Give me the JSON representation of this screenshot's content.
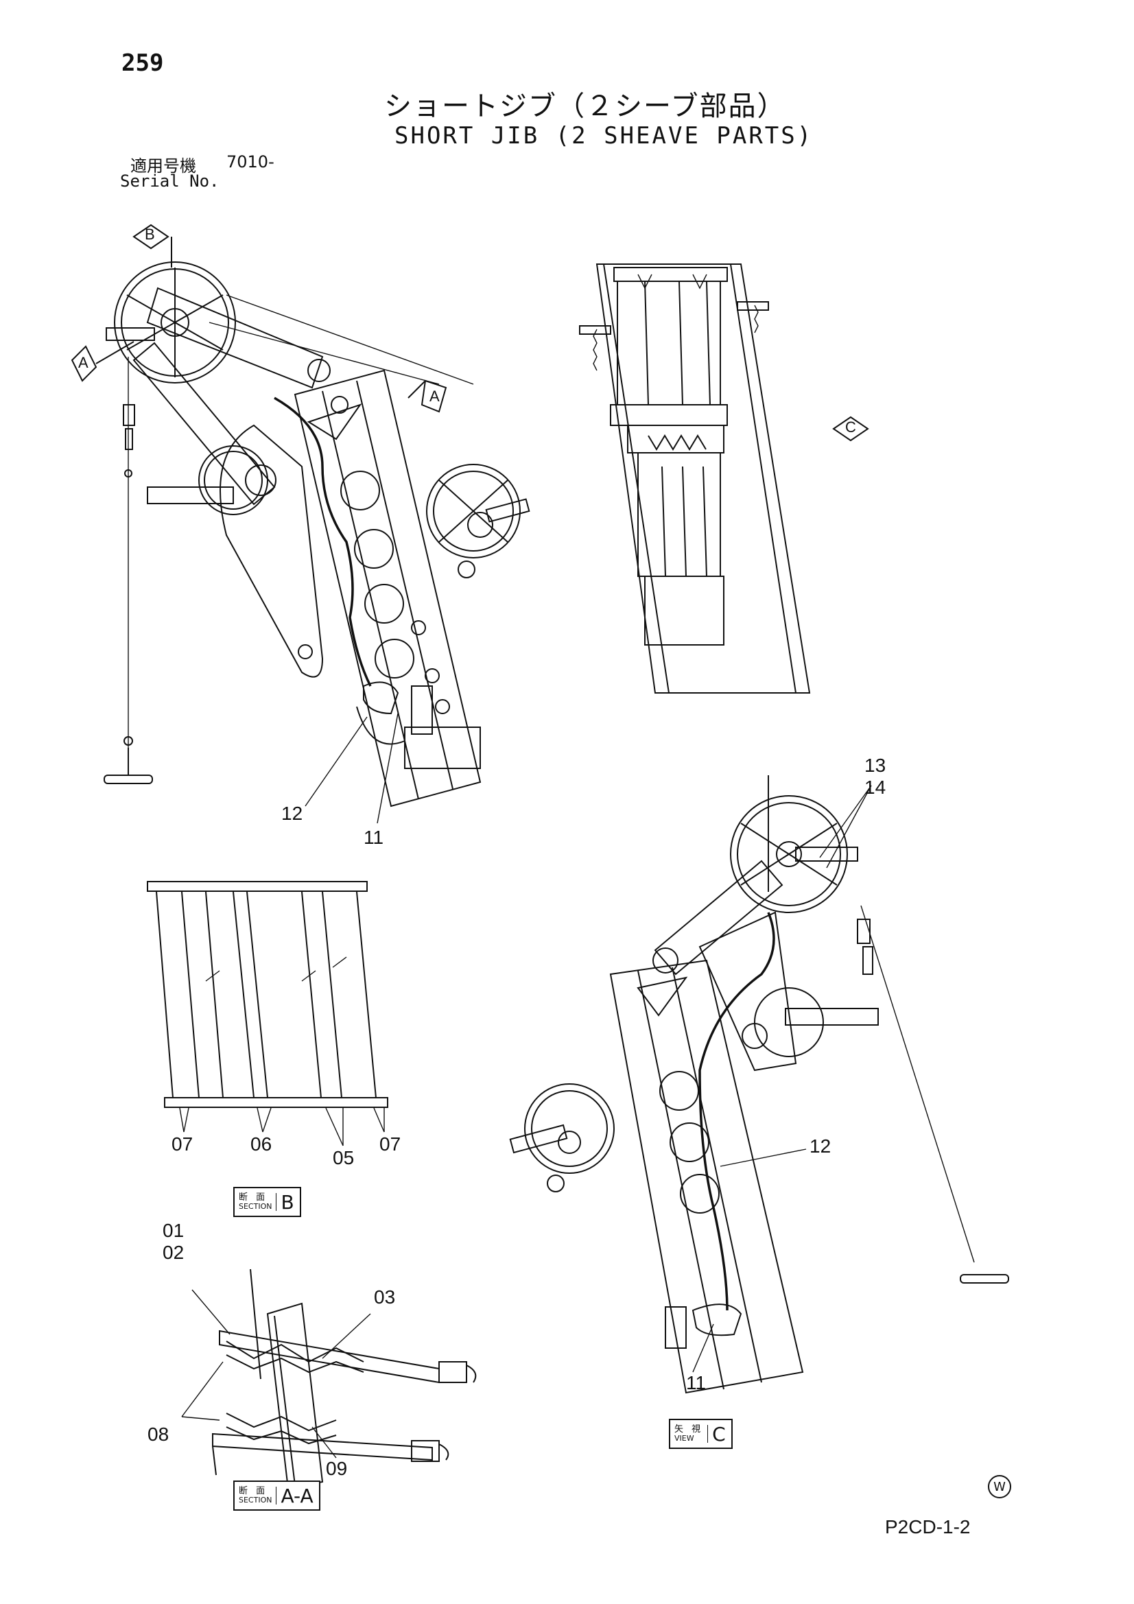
{
  "page": {
    "number": "259",
    "title_jp": "ショートジブ（２シーブ部品）",
    "title_en": "SHORT JIB (2 SHEAVE PARTS)",
    "serial_label_jp": "適用号機",
    "serial_value": "7010-",
    "serial_label_en": "Serial No.",
    "doc_code": "P2CD-1-2",
    "mark": "W"
  },
  "view_markers": {
    "b_top": "B",
    "a_left": "A",
    "a_right": "A",
    "c_view": "C"
  },
  "callouts": {
    "main_12": "12",
    "main_11": "11",
    "view_13": "13",
    "view_14": "14",
    "view_12": "12",
    "view_11": "11",
    "secb_07a": "07",
    "secb_06": "06",
    "secb_05": "05",
    "secb_07b": "07",
    "secaa_01": "01",
    "secaa_02": "02",
    "secaa_03": "03",
    "secaa_08": "08",
    "secaa_09": "09"
  },
  "section_labels": {
    "section_b": {
      "jp": "断 面",
      "en": "SECTION",
      "letter": "B"
    },
    "section_aa": {
      "jp": "断 面",
      "en": "SECTION",
      "letter": "A-A"
    },
    "view_c": {
      "jp": "矢 視",
      "en": "VIEW",
      "letter": "C"
    }
  }
}
